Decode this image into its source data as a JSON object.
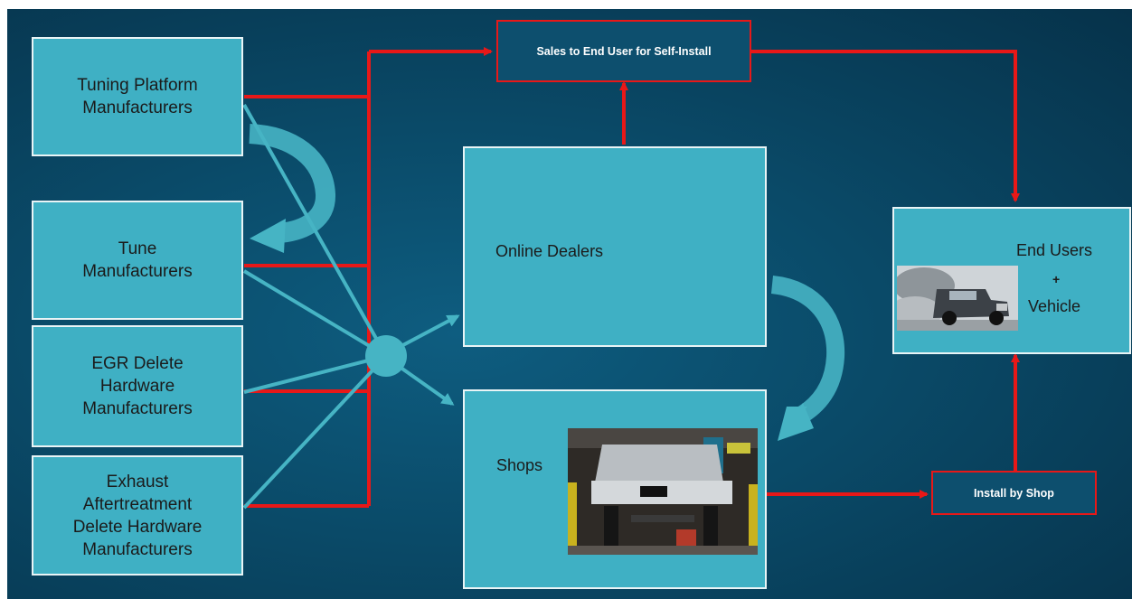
{
  "manufacturers": {
    "tuning_platform": "Tuning Platform Manufacturers",
    "tune": "Tune Manufacturers",
    "egr_delete": "EGR Delete Hardware Manufacturers",
    "exhaust_delete": "Exhaust Aftertreatment Delete Hardware Manufacturers"
  },
  "channels": {
    "self_install": "Sales to End User for Self-Install",
    "online_dealers": "Online Dealers",
    "shops": "Shops",
    "install_by_shop": "Install by Shop"
  },
  "end_users": {
    "line1": "End Users",
    "plus": "+",
    "line2": "Vehicle"
  },
  "photos": {
    "truck_burnout": "pickup-truck-burnout-photo",
    "truck_on_lift": "pickup-truck-on-lift-photo"
  },
  "colors": {
    "flow_red": "#e81818",
    "box_teal": "#3fb0c4",
    "connector_teal": "#46b4c4",
    "background": "#0a4a68"
  }
}
